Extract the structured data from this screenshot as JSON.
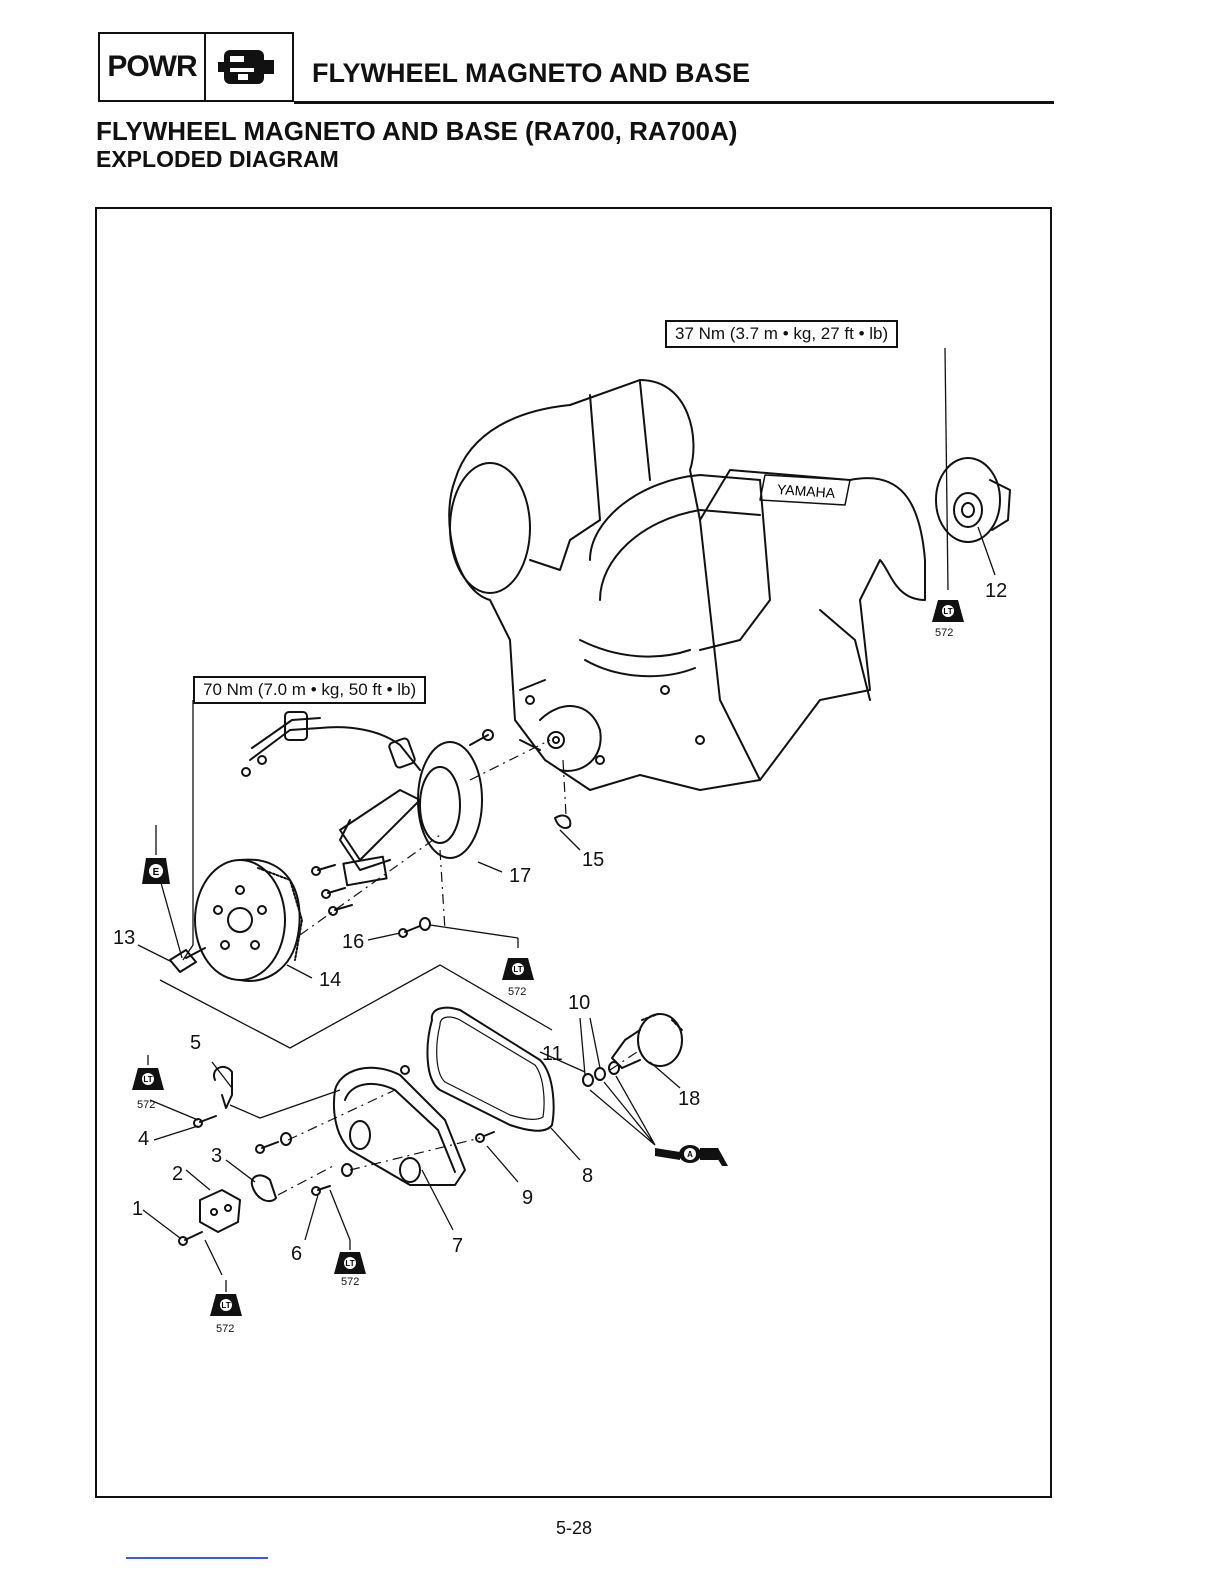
{
  "header": {
    "section_code": "POWR",
    "section_icon": "engine-icon",
    "title": "FLYWHEEL MAGNETO AND BASE"
  },
  "subtitle": {
    "line1": "FLYWHEEL MAGNETO AND BASE (RA700, RA700A)",
    "line2": "EXPLODED DIAGRAM"
  },
  "diagram": {
    "torque_specs": [
      {
        "id": "torque-12",
        "text": "37 Nm (3.7 m • kg, 27 ft • lb)"
      },
      {
        "id": "torque-13",
        "text": "70 Nm (7.0 m • kg, 50 ft • lb)"
      }
    ],
    "engine_brand": "YAMAHA",
    "lt_code": "572",
    "lt_symbol": "LT",
    "e_symbol": "E",
    "a_symbol": "A",
    "part_numbers": [
      "1",
      "2",
      "3",
      "4",
      "5",
      "6",
      "7",
      "8",
      "9",
      "10",
      "11",
      "12",
      "13",
      "14",
      "15",
      "16",
      "17",
      "18"
    ]
  },
  "page_number": "5-28"
}
